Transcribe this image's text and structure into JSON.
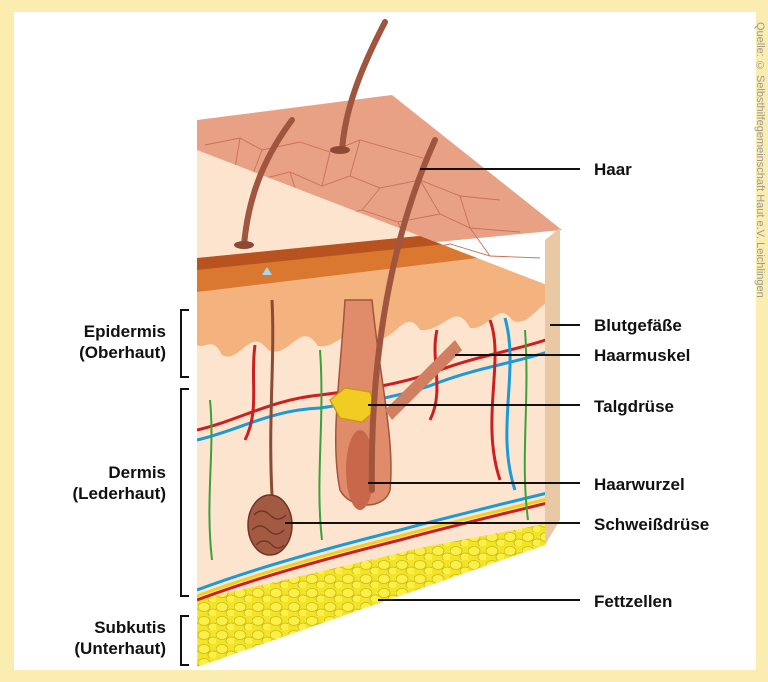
{
  "layers": [
    {
      "id": "epidermis",
      "line1": "Epidermis",
      "line2": "(Oberhaut)"
    },
    {
      "id": "dermis",
      "line1": "Dermis",
      "line2": "(Lederhaut)"
    },
    {
      "id": "subkutis",
      "line1": "Subkutis",
      "line2": "(Unterhaut)"
    }
  ],
  "parts": [
    "Haar",
    "Blutgefäße",
    "Haarmuskel",
    "Talgdrüse",
    "Haarwurzel",
    "Schweißdrüse",
    "Fettzellen"
  ],
  "credit": "Quelle: © Selbsthilfegemeinschaft Haut e.V. Leichlingen",
  "colors": {
    "background": "#fbedb0",
    "skin_surface": "#e8a184",
    "epidermis": "#d9782e",
    "dermis": "#fde4cf",
    "fat": "#f3e428",
    "artery": "#cc1f1f",
    "vein": "#1b9ad6",
    "nerve": "#3aa13a",
    "lymph": "#e9d23a",
    "hair": "#a0553e"
  }
}
